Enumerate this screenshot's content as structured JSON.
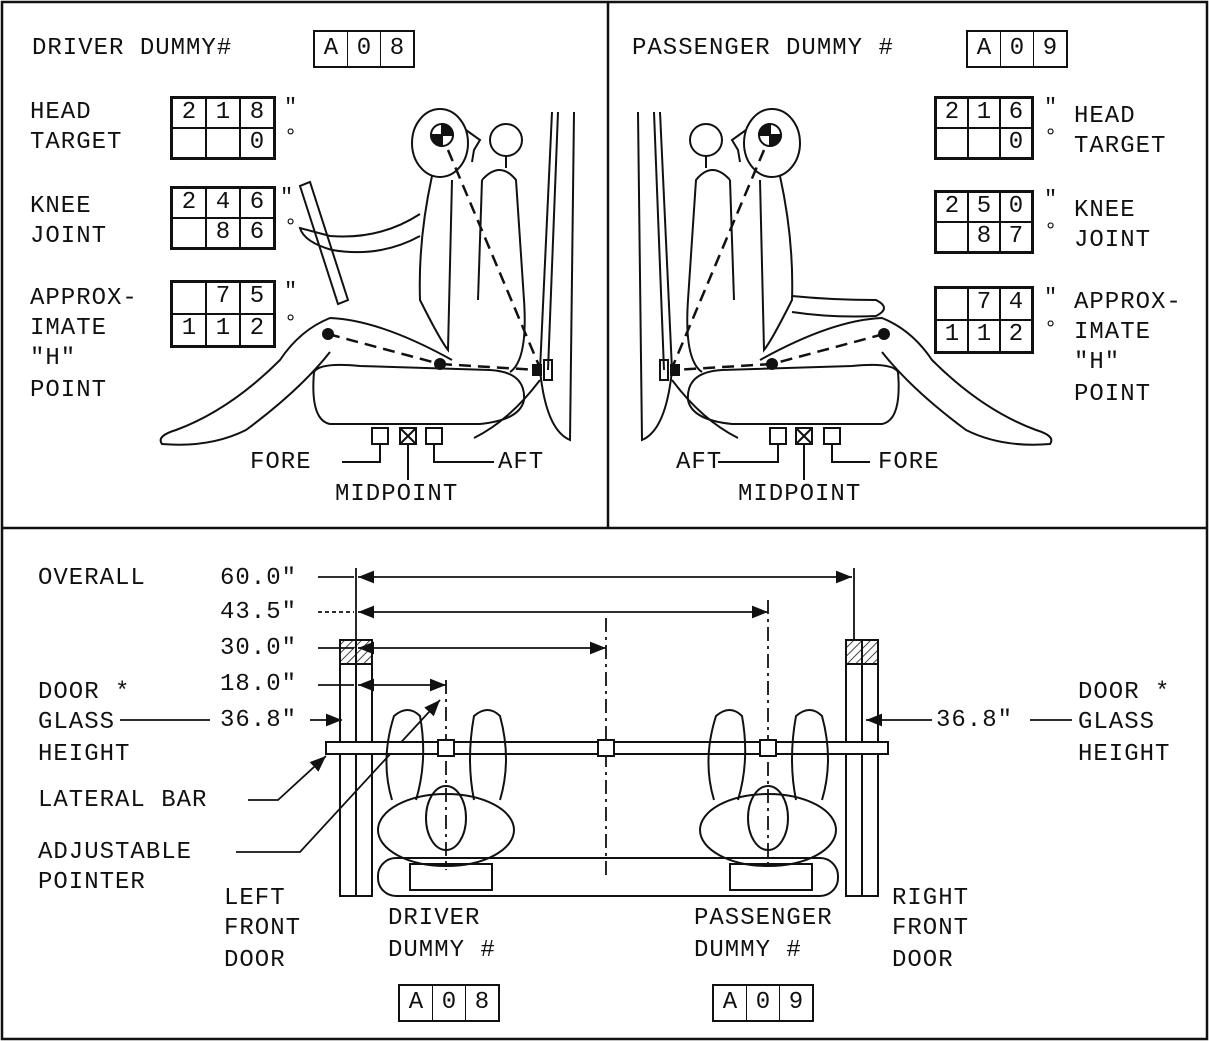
{
  "driver": {
    "title": "DRIVER DUMMY#",
    "id": [
      "A",
      "0",
      "8"
    ],
    "head_target": {
      "label": [
        "HEAD",
        "TARGET"
      ],
      "inches": [
        "2",
        "1",
        "8"
      ],
      "degrees": [
        "",
        "",
        "0"
      ]
    },
    "knee_joint": {
      "label": [
        "KNEE",
        "JOINT"
      ],
      "inches": [
        "2",
        "4",
        "6"
      ],
      "degrees": [
        "",
        "8",
        "6"
      ]
    },
    "h_point": {
      "label": [
        "APPROX-",
        "IMATE",
        "\"H\"",
        "POINT"
      ],
      "inches": [
        "",
        "7",
        "5"
      ],
      "degrees": [
        "1",
        "1",
        "2"
      ]
    },
    "seat_labels": {
      "fore": "FORE",
      "aft": "AFT",
      "midpoint": "MIDPOINT"
    }
  },
  "passenger": {
    "title": "PASSENGER DUMMY #",
    "id": [
      "A",
      "0",
      "9"
    ],
    "head_target": {
      "label": [
        "HEAD",
        "TARGET"
      ],
      "inches": [
        "2",
        "1",
        "6"
      ],
      "degrees": [
        "",
        "",
        "0"
      ]
    },
    "knee_joint": {
      "label": [
        "KNEE",
        "JOINT"
      ],
      "inches": [
        "2",
        "5",
        "0"
      ],
      "degrees": [
        "",
        "8",
        "7"
      ]
    },
    "h_point": {
      "label": [
        "APPROX-",
        "IMATE",
        "\"H\"",
        "POINT"
      ],
      "inches": [
        "",
        "7",
        "4"
      ],
      "degrees": [
        "1",
        "1",
        "2"
      ]
    },
    "seat_labels": {
      "fore": "FORE",
      "aft": "AFT",
      "midpoint": "MIDPOINT"
    }
  },
  "units": {
    "inch": "\"",
    "degree": "°"
  },
  "plan_view": {
    "overall_label": "OVERALL",
    "dimensions": [
      "60.0\"",
      "43.5\"",
      "30.0\"",
      "18.0\""
    ],
    "left_glass": {
      "label": [
        "DOOR *",
        "GLASS",
        "HEIGHT"
      ],
      "value": "36.8\""
    },
    "right_glass": {
      "label": [
        "DOOR *",
        "GLASS",
        "HEIGHT"
      ],
      "value": "36.8\""
    },
    "lateral_bar": "LATERAL BAR",
    "adjustable_pointer": [
      "ADJUSTABLE",
      "POINTER"
    ],
    "left_front_door": [
      "LEFT",
      "FRONT",
      "DOOR"
    ],
    "right_front_door": [
      "RIGHT",
      "FRONT",
      "DOOR"
    ],
    "driver_dummy": [
      "DRIVER",
      "DUMMY #"
    ],
    "passenger_dummy": [
      "PASSENGER",
      "DUMMY #"
    ],
    "driver_id": [
      "A",
      "0",
      "8"
    ],
    "passenger_id": [
      "A",
      "0",
      "9"
    ]
  }
}
